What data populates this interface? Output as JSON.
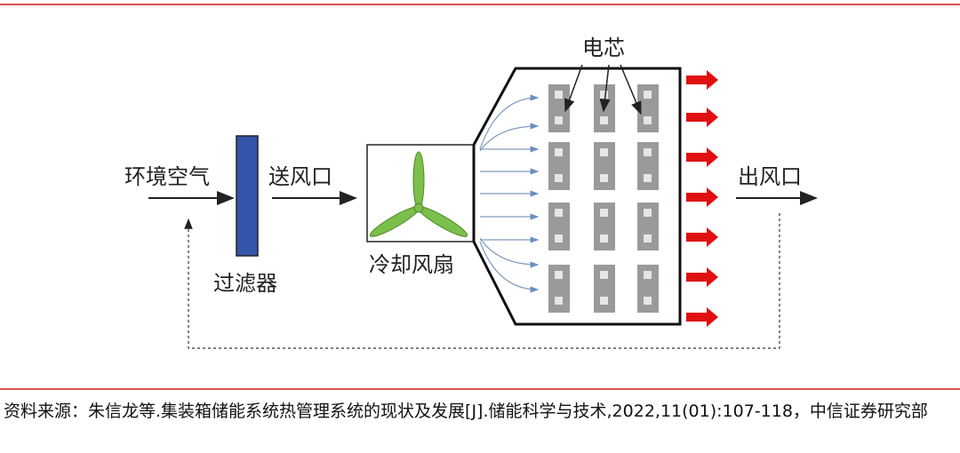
{
  "diagram": {
    "labels": {
      "ambient_air": "环境空气",
      "supply_vent": "送风口",
      "filter": "过滤器",
      "cooling_fan": "冷却风扇",
      "cells": "电芯",
      "exhaust_vent": "出风口"
    },
    "colors": {
      "rule_line": "#d9534f",
      "filter": "#3355aa",
      "fan_blade": "#7cbf4a",
      "cell": "#9a9a9a",
      "heat_arrow": "#e01010",
      "airflow": "#7f9cc0"
    }
  },
  "source_note": "资料来源：朱信龙等.集装箱储能系统热管理系统的现状及发展[J].储能科学与技术,2022,11(01):107-118，中信证券研究部"
}
